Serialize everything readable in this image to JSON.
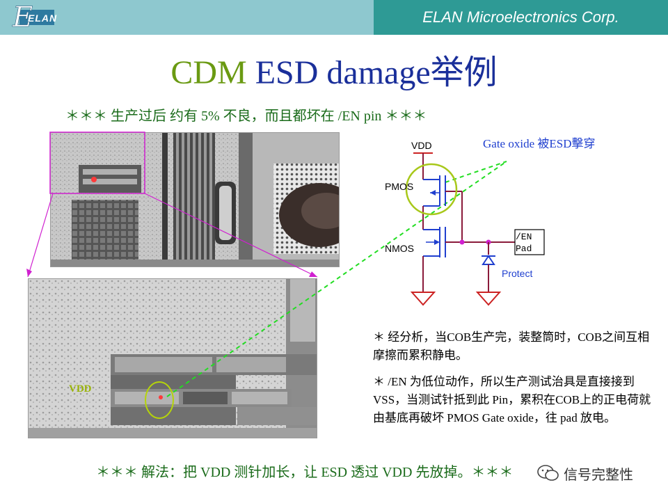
{
  "header": {
    "logo_text": "ELAN",
    "company": "ELAN Microelectronics Corp."
  },
  "title": {
    "part1": "CDM ",
    "part2": "ESD damage举例"
  },
  "subtitle": "＊＊＊ 生产过后 约有 5% 不良，而且都坏在 /EN pin ＊＊＊",
  "photo": {
    "vdd_label": "VDD"
  },
  "circuit": {
    "vdd": "VDD",
    "pmos": "PMOS",
    "nmos": "NMOS",
    "pad_line1": "/EN",
    "pad_line2": "Pad",
    "protect": "Protect",
    "gate_note": "Gate oxide 被ESD擊穿"
  },
  "notes": {
    "note1": "＊ 经分析，当COB生产完，装整筒时，COB之间互相摩擦而累积静电。",
    "note2": "＊ /EN 为低位动作，所以生产测试治具是直接接到 VSS，当测试针抵到此  Pin，累积在COB上的正电荷就由基底再破坏 PMOS Gate oxide，往 pad 放电。"
  },
  "solution": "＊＊＊ 解法：把 VDD 测针加长，让 ESD 透过 VDD 先放掉。＊＊＊",
  "watermark": "信号完整性",
  "colors": {
    "header_left": "#8ec8cf",
    "header_right": "#2e9a95",
    "title_green": "#6a9a12",
    "title_blue": "#1a2f9a",
    "text_green": "#1a6b1a",
    "circuit_blue": "#1f3fcf",
    "wire_red": "#8a1a3a",
    "highlight_green": "#9ab30a",
    "dashed_green": "#22dd22",
    "magenta": "#d020d0"
  }
}
